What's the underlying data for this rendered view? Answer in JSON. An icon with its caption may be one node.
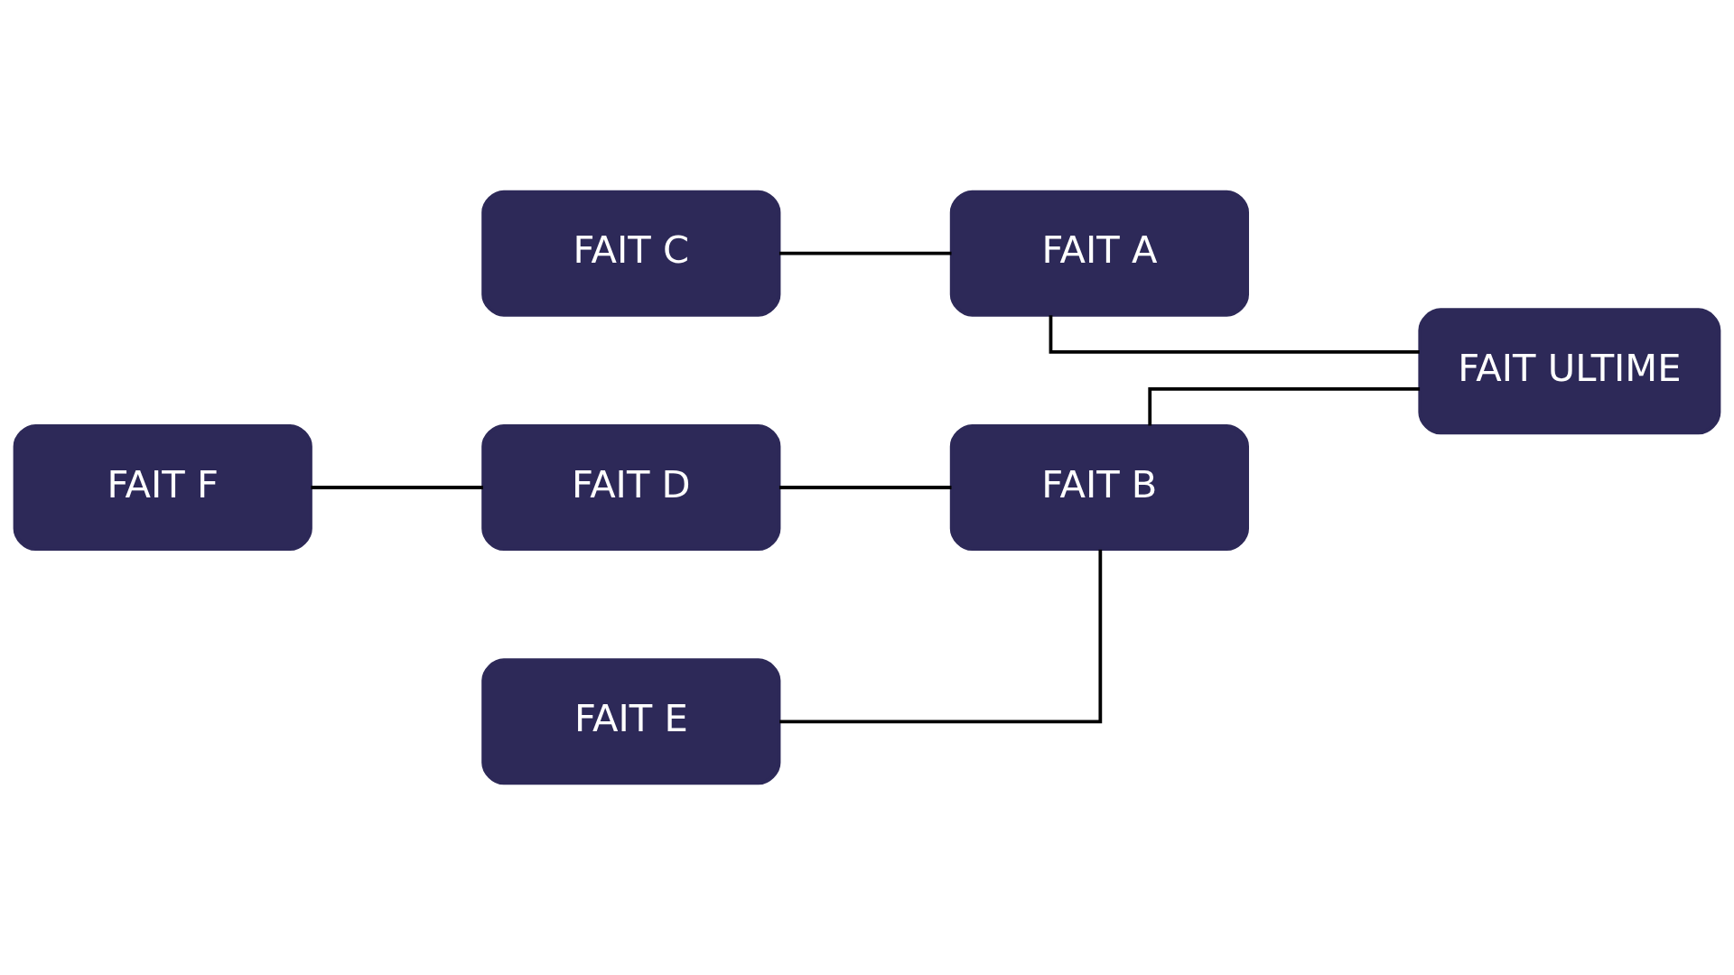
{
  "diagram": {
    "nodes": [
      {
        "text": [
          "FAIT C"
        ]
      },
      {
        "text": [
          "FAIT A"
        ]
      },
      {
        "text": [
          "FAIT ULTIME"
        ]
      },
      {
        "text": [
          "FAIT F"
        ]
      },
      {
        "text": [
          "FAIT D"
        ]
      },
      {
        "text": [
          "FAIT B"
        ]
      },
      {
        "text": [
          "FAIT E"
        ]
      }
    ],
    "edges": [
      {
        "from": 0,
        "to": 1,
        "arrow": "none"
      },
      {
        "from": 1,
        "to": 2,
        "arrow": "none"
      },
      {
        "from": 3,
        "to": 4,
        "arrow": "none"
      },
      {
        "from": 4,
        "to": 5,
        "arrow": "none"
      },
      {
        "from": 6,
        "to": 5,
        "arrow": "none"
      },
      {
        "from": 5,
        "to": 2,
        "arrow": "none"
      }
    ]
  }
}
